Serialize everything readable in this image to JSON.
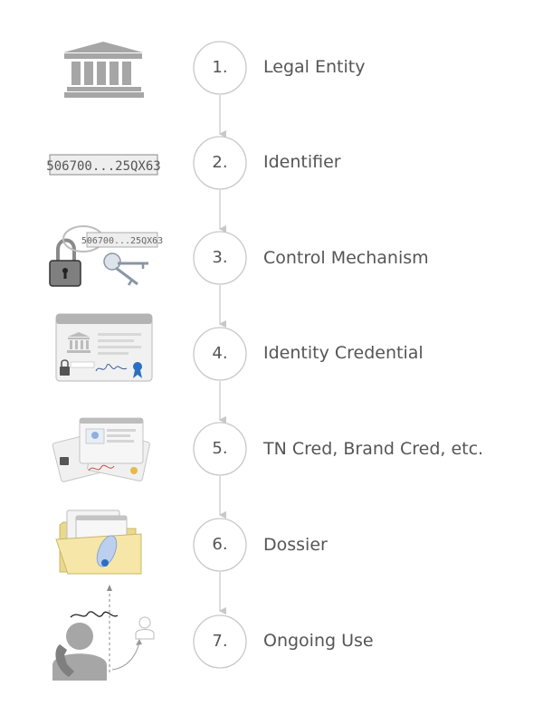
{
  "steps": [
    {
      "number": "1.",
      "label": "Legal Entity",
      "icon": "legal-entity-building-icon"
    },
    {
      "number": "2.",
      "label": "Identifier",
      "icon": "identifier-tag-icon"
    },
    {
      "number": "3.",
      "label": "Control Mechanism",
      "icon": "padlock-key-icon"
    },
    {
      "number": "4.",
      "label": "Identity Credential",
      "icon": "identity-credential-card-icon"
    },
    {
      "number": "5.",
      "label": "TN Cred, Brand Cred, etc.",
      "icon": "stacked-credentials-icon"
    },
    {
      "number": "6.",
      "label": "Dossier",
      "icon": "dossier-folder-icon"
    },
    {
      "number": "7.",
      "label": "Ongoing Use",
      "icon": "phone-caller-icon"
    }
  ],
  "identifier": {
    "text": "506700...25QX63"
  },
  "colors": {
    "circle_stroke": "#c8c8c8",
    "connector": "#c8c8c8",
    "text": "#555555",
    "icon_gray": "#a6a6a6",
    "folder_yellow": "#f6e7a8",
    "ribbon_blue": "#2b6fc1"
  }
}
